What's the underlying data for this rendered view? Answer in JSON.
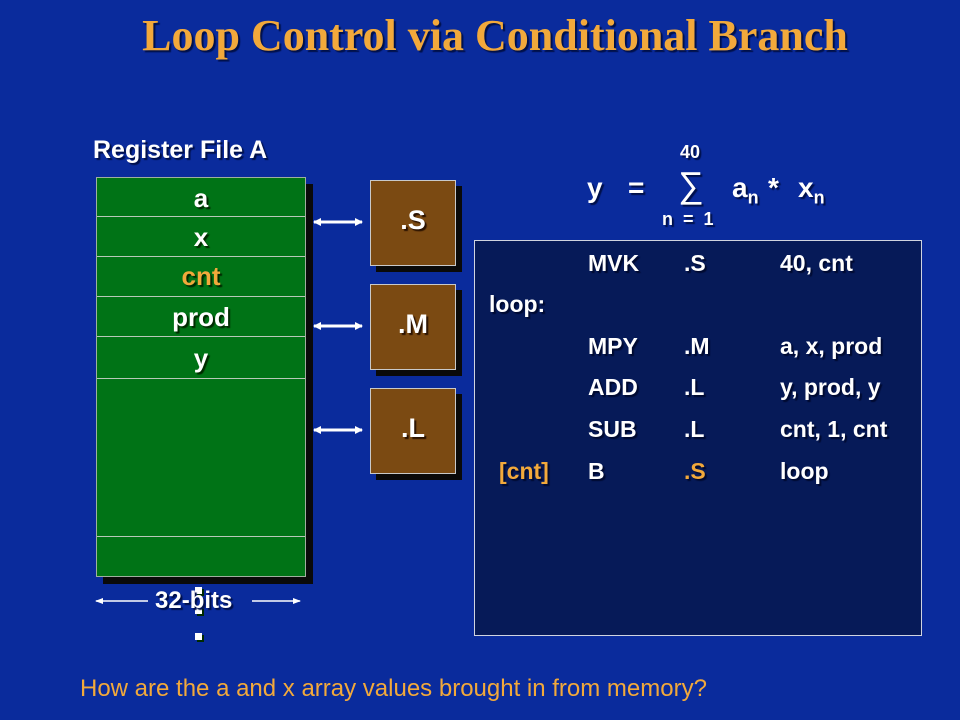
{
  "title": "Loop Control via Conditional Branch",
  "register_file": {
    "title": "Register File A",
    "registers": [
      "a",
      "x",
      "cnt",
      "prod",
      "y"
    ],
    "highlighted_register": "cnt",
    "width_label": "32-bits"
  },
  "functional_units": [
    ".S",
    ".M",
    ".L"
  ],
  "equation": {
    "lhs": "y",
    "equals": "=",
    "sum_symbol": "∑",
    "upper_limit": "40",
    "lower_limit": "n  =  1",
    "term_a": "a",
    "sub_a": "n",
    "times": "*",
    "term_x": "x",
    "sub_x": "n"
  },
  "code": [
    {
      "label": "",
      "op": "MVK",
      "unit": ".S",
      "args": "40, cnt"
    },
    {
      "label": "loop:",
      "op": "",
      "unit": "",
      "args": ""
    },
    {
      "label": "",
      "op": "MPY",
      "unit": ".M",
      "args": "a, x, prod"
    },
    {
      "label": "",
      "op": "ADD",
      "unit": ".L",
      "args": "y, prod, y"
    },
    {
      "label": "",
      "op": "SUB",
      "unit": ".L",
      "args": "cnt, 1, cnt"
    },
    {
      "label": "[cnt]",
      "op": "B",
      "unit": ".S",
      "args": "loop"
    }
  ],
  "question": "How are the a and x array values brought in from memory?",
  "colors": {
    "background": "#0a2b9c",
    "accent": "#f2a93b",
    "register_fill": "#007316",
    "unit_fill": "#7b4a12",
    "code_panel": "#061a58"
  }
}
